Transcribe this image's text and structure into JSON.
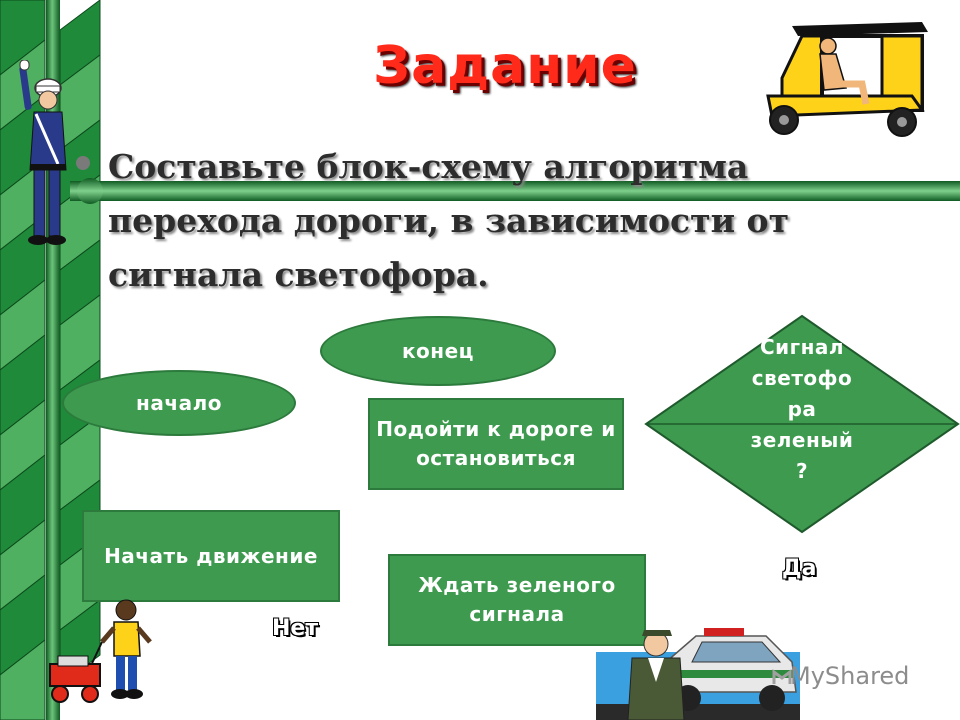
{
  "slide": {
    "title": "Задание",
    "task_text": "Составьте блок-схему алгоритма перехода дороги, в зависимости от сигнала светофора."
  },
  "flowchart": {
    "end_label": "конец",
    "start_label": "начало",
    "approach_label": "Подойти к дороге и остановиться",
    "start_moving_label": "Начать движение",
    "wait_label": "Ждать зеленого сигнала",
    "decision_lines": [
      "Сигнал",
      "светофо",
      "ра",
      "зеленый",
      "?"
    ],
    "yes_label": "Да",
    "no_label": "Нет"
  },
  "watermark": {
    "text": "MyShared"
  },
  "colors": {
    "shape_fill": "#3d9a4f",
    "title": "#ff2a1a",
    "ribbon_green": "#1f8a3a"
  },
  "icons": [
    "traffic-officer-icon",
    "auto-rickshaw-icon",
    "child-with-wagon-icon",
    "police-car-icon"
  ]
}
